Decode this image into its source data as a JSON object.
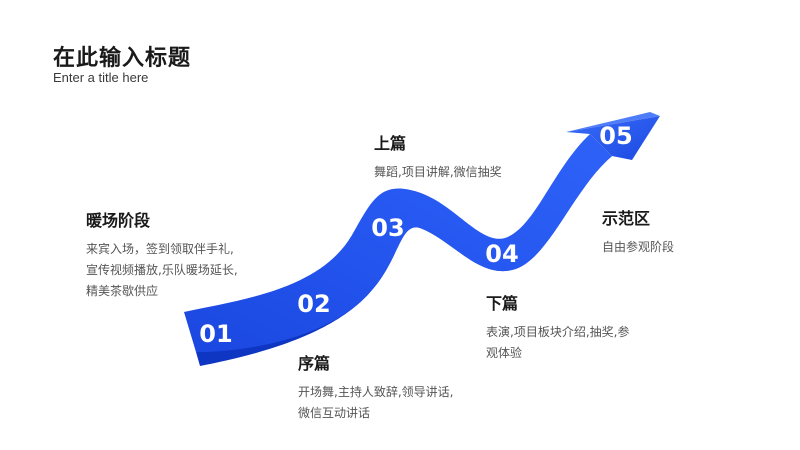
{
  "header": {
    "title": "在此输入标题",
    "subtitle": "Enter a title here"
  },
  "colors": {
    "arrow_main": "#1d4fe8",
    "arrow_light": "#3b6cf5",
    "arrow_shadow": "#0b2fb0",
    "number_text": "#ffffff"
  },
  "steps": [
    {
      "number": "01"
    },
    {
      "number": "02"
    },
    {
      "number": "03"
    },
    {
      "number": "04"
    },
    {
      "number": "05"
    }
  ],
  "stages": [
    {
      "title": "暖场阶段",
      "desc": [
        "来宾入场，签到领取伴手礼,",
        "宣传视频播放,乐队暖场延长,",
        "精美茶歇供应"
      ]
    },
    {
      "title": "序篇",
      "desc": [
        "开场舞,主持人致辞,领导讲话,",
        "微信互动讲话"
      ]
    },
    {
      "title": "上篇",
      "desc": [
        "舞蹈,项目讲解,微信抽奖"
      ]
    },
    {
      "title": "下篇",
      "desc": [
        "表演,项目板块介绍,抽奖,参",
        "观体验"
      ]
    },
    {
      "title": "示范区",
      "desc": [
        "自由参观阶段"
      ]
    }
  ]
}
